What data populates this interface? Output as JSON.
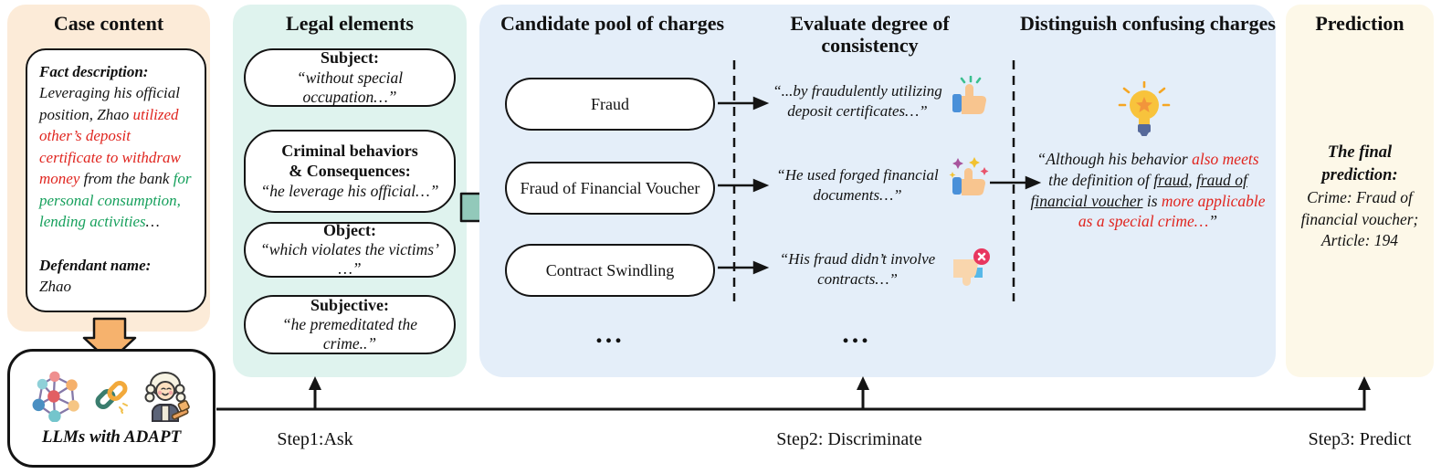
{
  "case_content": {
    "title": "Case content",
    "fact_label": "Fact description:",
    "fact_segments": [
      {
        "text": "Leveraging his official position, Zhao ",
        "color": "black"
      },
      {
        "text": "utilized other’s deposit certificate to withdraw money",
        "color": "red"
      },
      {
        "text": " from the bank ",
        "color": "black"
      },
      {
        "text": "for personal consumption, lending activities",
        "color": "green"
      },
      {
        "text": "…",
        "color": "black"
      }
    ],
    "defendant_label": "Defendant name:",
    "defendant_name": "Zhao"
  },
  "llm_box": {
    "label": "LLMs with ADAPT",
    "icons": [
      "neural-network",
      "chain-link",
      "judge"
    ]
  },
  "legal_elements": {
    "title": "Legal elements",
    "items": [
      {
        "label": "Subject:",
        "quote": "“without special occupation…”"
      },
      {
        "label": "Criminal behaviors & Consequences:",
        "quote": "“he leverage his official…”"
      },
      {
        "label": "Object:",
        "quote": "“which violates the victims’ …”"
      },
      {
        "label": "Subjective:",
        "quote": "“he premeditated the crime..”"
      }
    ]
  },
  "pipeline": {
    "candidate_title": "Candidate pool of charges",
    "charges": [
      "Fraud",
      "Fraud of Financial Voucher",
      "Contract Swindling"
    ],
    "ellipsis": "...",
    "evaluate_title": "Evaluate degree of consistency",
    "evaluations": [
      {
        "quote": "“...by fraudulently utilizing deposit certificates…”",
        "verdict": "consistent"
      },
      {
        "quote": "“He used forged financial documents…”",
        "verdict": "highly-consistent"
      },
      {
        "quote": "“His fraud didn’t involve contracts…”",
        "verdict": "inconsistent"
      }
    ],
    "distinguish_title": "Distinguish confusing charges",
    "distinguish_segments": [
      {
        "text": "“Although his behavior ",
        "color": "black"
      },
      {
        "text": "also meets",
        "color": "red"
      },
      {
        "text": " the definition of ",
        "color": "black"
      },
      {
        "text": "fraud",
        "color": "black-underline"
      },
      {
        "text": ", ",
        "color": "black"
      },
      {
        "text": "fraud of financial voucher",
        "color": "black-underline"
      },
      {
        "text": " is ",
        "color": "black"
      },
      {
        "text": "more applicable as a special crime",
        "color": "red"
      },
      {
        "text": "…",
        "color": "red"
      },
      {
        "text": "”",
        "color": "black"
      }
    ]
  },
  "prediction": {
    "title": "Prediction",
    "final_label": "The final prediction:",
    "lines": [
      "Crime: Fraud of",
      "financial voucher;",
      "Article: 194"
    ]
  },
  "timeline": {
    "steps": [
      "Step1:Ask",
      "Step2: Discriminate",
      "Step3: Predict"
    ]
  },
  "colors": {
    "case_bg": "#fcebd8",
    "legal_bg": "#dff3ee",
    "pipeline_bg": "#e4eef9",
    "prediction_bg": "#fdf8e8",
    "highlight_red": "#e0251f",
    "highlight_green": "#16a05c",
    "arrow_orange": "#f6b26d",
    "arrow_teal": "#92c9ba"
  }
}
